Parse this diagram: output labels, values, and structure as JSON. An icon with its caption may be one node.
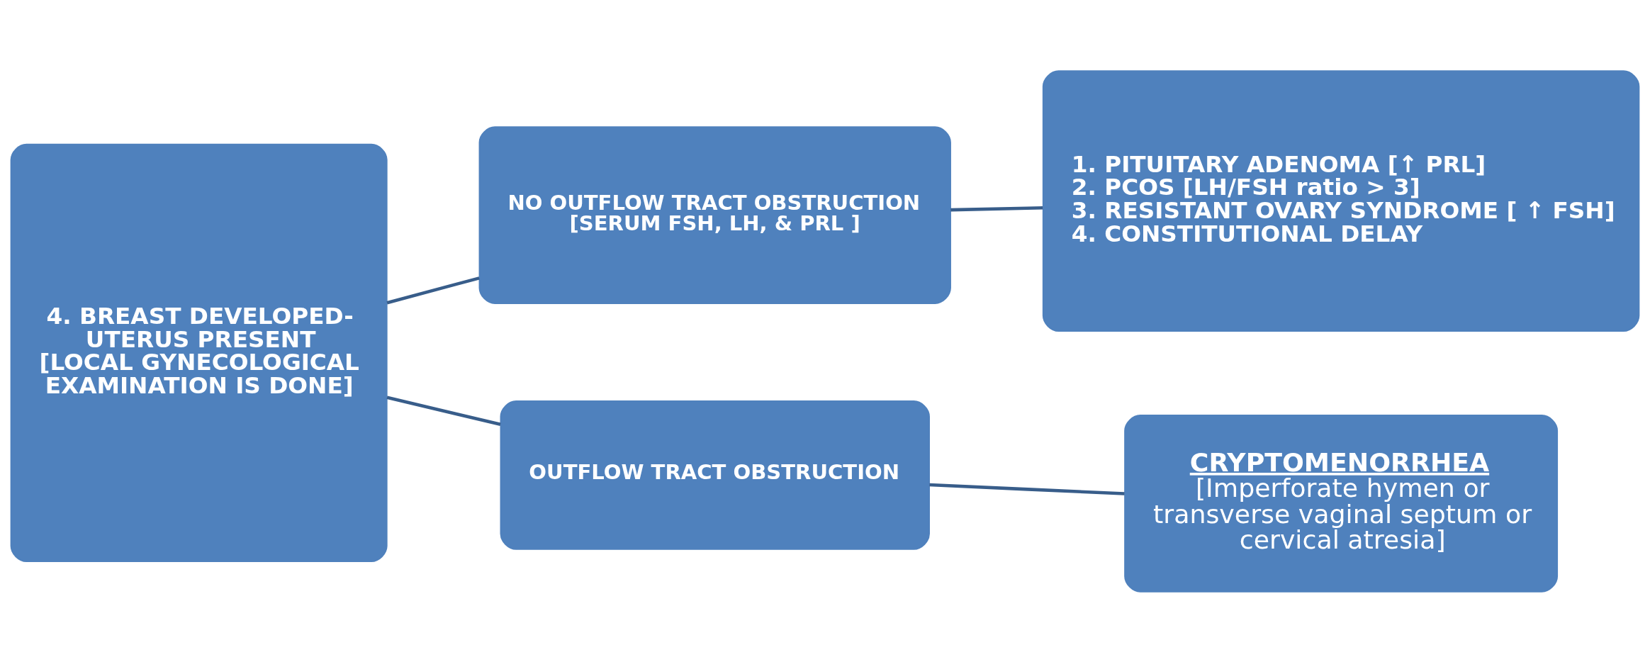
{
  "diagram": {
    "nodes": [
      {
        "text": [
          "4. BREAST DEVELOPED- UTERUS PRESENT",
          "[LOCAL GYNECOLOGICAL EXAMINATION IS DONE]"
        ]
      },
      {
        "text": [
          "NO OUTFLOW TRACT OBSTRUCTION",
          "[SERUM FSH, LH, & PRL ]"
        ]
      },
      {
        "text": [
          "1. PITUITARY ADENOMA [↑ PRL]",
          "2. PCOS [LH/FSH ratio > 3]",
          "3. RESISTANT OVARY SYNDROME [ ↑ FSH]",
          "4. CONSTITUTIONAL DELAY"
        ]
      },
      {
        "text": [
          "OUTFLOW TRACT OBSTRUCTION"
        ]
      },
      {
        "text": [
          "CRYPTOMENORRHEA",
          "[Imperforate hymen or transverse vaginal septum or cervical atresia]"
        ]
      }
    ],
    "edges": [
      {
        "from": 0,
        "to": 1,
        "arrow": "none"
      },
      {
        "from": 0,
        "to": 3,
        "arrow": "none"
      },
      {
        "from": 1,
        "to": 2,
        "arrow": "none"
      },
      {
        "from": 3,
        "to": 4,
        "arrow": "none"
      }
    ]
  }
}
